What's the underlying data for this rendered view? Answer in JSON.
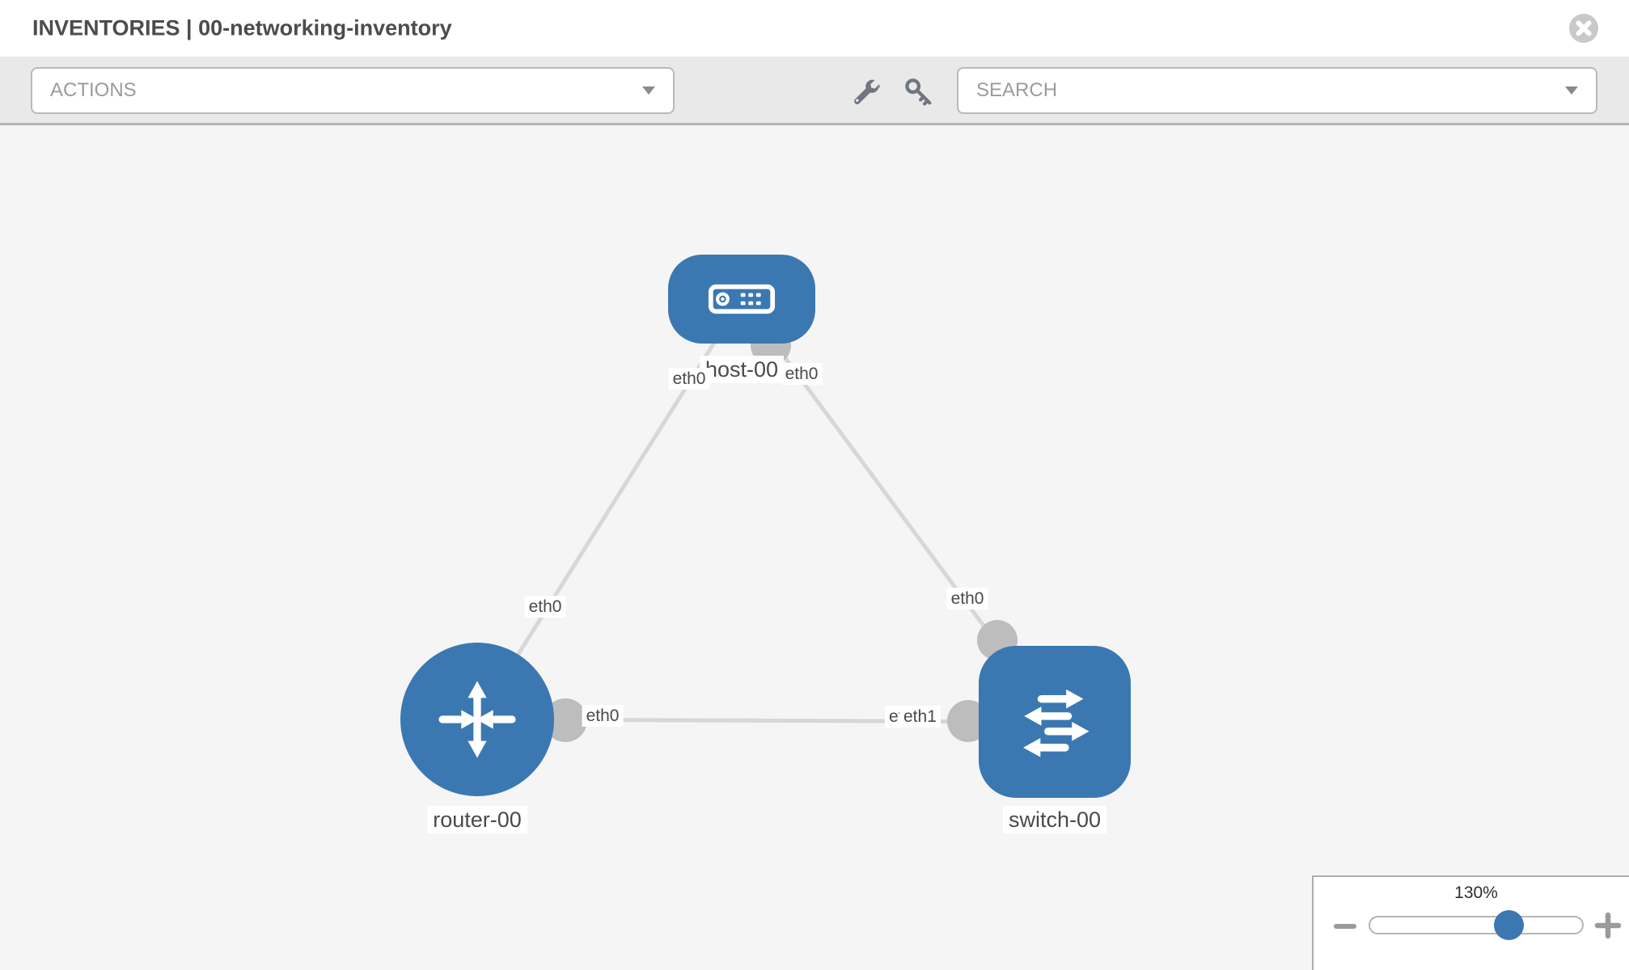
{
  "header": {
    "title": "INVENTORIES | 00-networking-inventory"
  },
  "toolbar": {
    "actions": {
      "label": "ACTIONS"
    },
    "tools": {
      "wrench": "wrench",
      "key": "key"
    },
    "search": {
      "placeholder": "SEARCH",
      "value": ""
    }
  },
  "topology": {
    "nodes": [
      {
        "label": "host-00",
        "type": "host"
      },
      {
        "label": "router-00",
        "type": "router"
      },
      {
        "label": "switch-00",
        "type": "switch"
      }
    ],
    "ports": {
      "host_left": "eth0",
      "host_right": "eth0",
      "router_top": "eth0",
      "router_right": "eth0",
      "switch_top": "eth0",
      "switch_left_back": "eth0",
      "switch_left_front": "eth1"
    },
    "links": [
      {
        "from": "host-00",
        "to": "router-00",
        "from_port": "eth0",
        "to_port": "eth0"
      },
      {
        "from": "host-00",
        "to": "switch-00",
        "from_port": "eth0",
        "to_port": "eth0"
      },
      {
        "from": "router-00",
        "to": "switch-00",
        "from_port": "eth0",
        "to_port": "eth1"
      }
    ]
  },
  "zoom_panel": {
    "level": "130%"
  },
  "colors": {
    "node_blue": "#3b78b2",
    "link_gray": "#d7d7d7",
    "interface_gray": "#bdbdbd",
    "toolbar_gray": "#e9e9e9"
  }
}
